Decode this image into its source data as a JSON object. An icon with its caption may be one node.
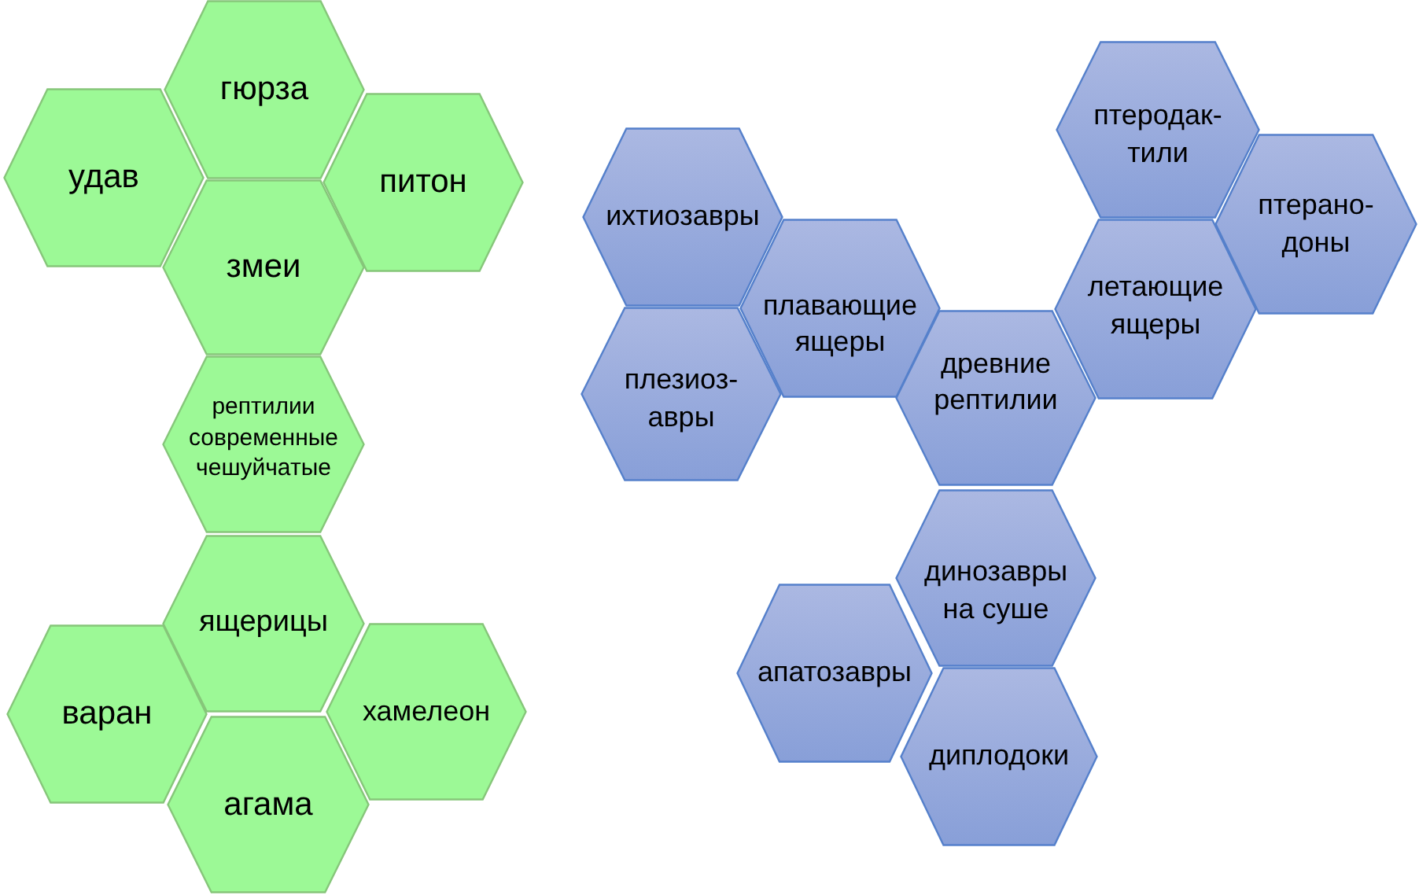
{
  "diagram": {
    "nodes": [
      {
        "text": [
          "гюрза"
        ]
      },
      {
        "text": [
          "удав"
        ]
      },
      {
        "text": [
          "питон"
        ]
      },
      {
        "text": [
          "змеи"
        ]
      },
      {
        "text": [
          "рептилии современные чешуйчатые"
        ]
      },
      {
        "text": [
          "ящерицы"
        ]
      },
      {
        "text": [
          "варан"
        ]
      },
      {
        "text": [
          "хамелеон"
        ]
      },
      {
        "text": [
          "агама"
        ]
      },
      {
        "text": [
          "птеродак- тили"
        ]
      },
      {
        "text": [
          "ихтиозавры"
        ]
      },
      {
        "text": [
          "птерано- доны"
        ]
      },
      {
        "text": [
          "плавающие ящеры"
        ]
      },
      {
        "text": [
          "летающие ящеры"
        ]
      },
      {
        "text": [
          "плезиоз- авры"
        ]
      },
      {
        "text": [
          "древние рептилии"
        ]
      },
      {
        "text": [
          "динозавры на суше"
        ]
      },
      {
        "text": [
          "апатозавры"
        ]
      },
      {
        "text": [
          "диплодоки"
        ]
      }
    ]
  }
}
